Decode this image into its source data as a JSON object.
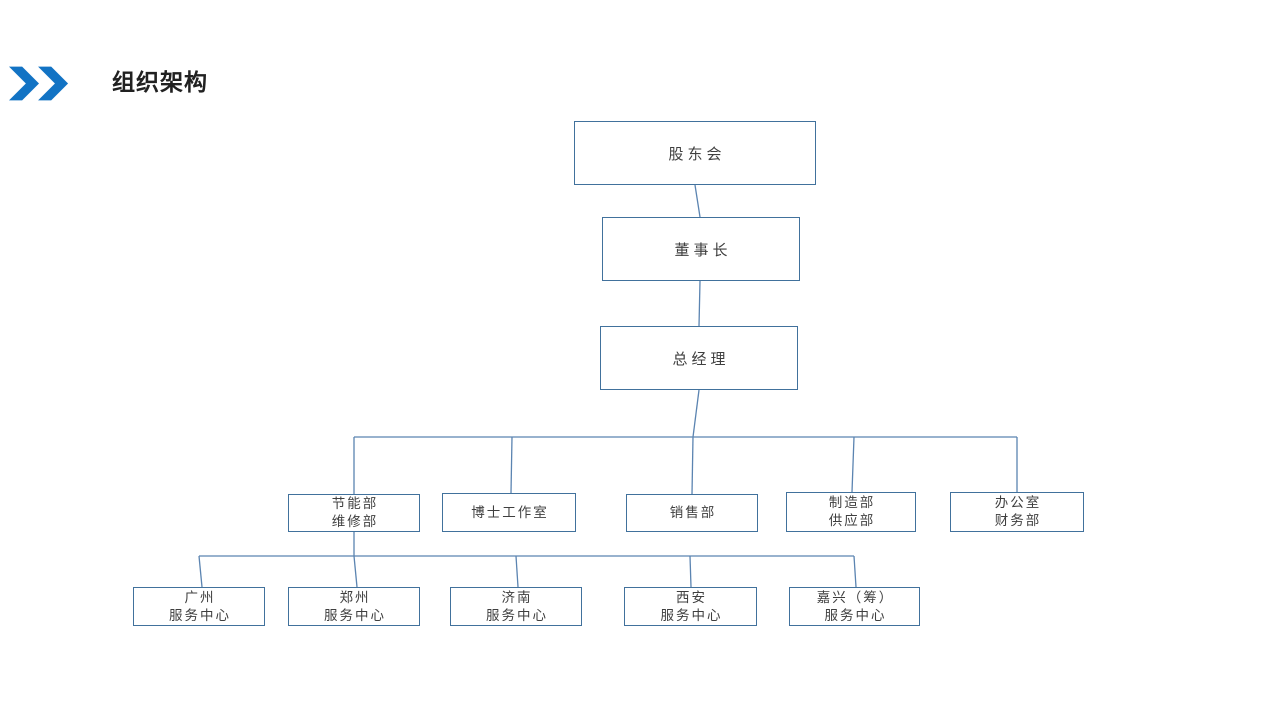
{
  "slide": {
    "title": "组织架构",
    "header_icon": "double-chevron-icon",
    "colors": {
      "accent_blue": "#1273C4",
      "box_border": "#41719C",
      "connector": "#5B84B1",
      "title_text": "#212121",
      "node_text": "#3F3F3F",
      "background": "#FFFFFF"
    }
  },
  "org_chart": {
    "root": {
      "label": "股东会"
    },
    "chairman": {
      "label": "董事长"
    },
    "general_manager": {
      "label": "总经理"
    },
    "departments": [
      {
        "lines": [
          "节能部",
          "维修部"
        ]
      },
      {
        "lines": [
          "博士工作室",
          ""
        ]
      },
      {
        "lines": [
          "销售部",
          ""
        ]
      },
      {
        "lines": [
          "制造部",
          "供应部"
        ]
      },
      {
        "lines": [
          "办公室",
          "财务部"
        ]
      }
    ],
    "service_centers": [
      {
        "lines": [
          "广州",
          "服务中心"
        ]
      },
      {
        "lines": [
          "郑州",
          "服务中心"
        ]
      },
      {
        "lines": [
          "济南",
          "服务中心"
        ]
      },
      {
        "lines": [
          "西安",
          "服务中心"
        ]
      },
      {
        "lines": [
          "嘉兴（筹）",
          "服务中心"
        ]
      }
    ]
  }
}
